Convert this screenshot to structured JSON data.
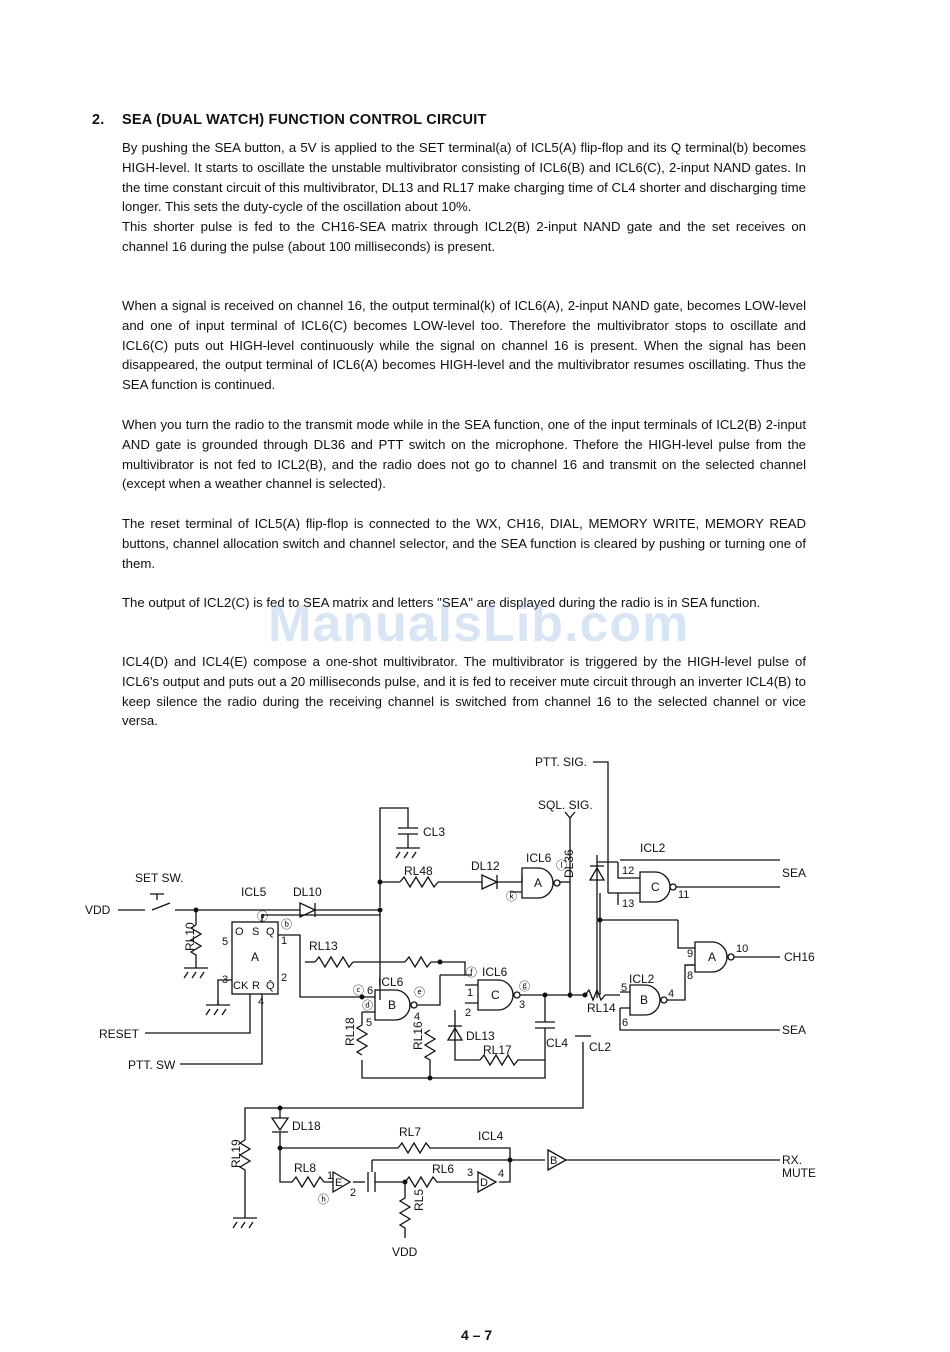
{
  "document": {
    "section_number": "2.",
    "section_title": "SEA (DUAL WATCH) FUNCTION CONTROL CIRCUIT",
    "paragraphs": [
      "By pushing the SEA button, a 5V is applied to the SET terminal(a) of ICL5(A) flip-flop and its Q terminal(b) becomes HIGH-level. It starts to oscillate the unstable multivibrator consisting of ICL6(B) and ICL6(C), 2-input NAND gates. In the time constant circuit of this multivibrator, DL13 and RL17 make charging time of CL4 shorter and discharging time longer. This sets the duty-cycle of the oscillation about 10%.",
      "This shorter pulse is fed to the CH16-SEA matrix through ICL2(B) 2-input NAND gate and the set receives on channel 16 during the pulse (about 100 milliseconds) is present.",
      "When a signal is received on channel 16, the output terminal(k) of ICL6(A), 2-input NAND gate, becomes LOW-level and one of input terminal of ICL6(C) becomes LOW-level too. Therefore the multivibrator stops to oscillate and ICL6(C) puts out HIGH-level continuously while the signal on channel 16 is present. When the signal has been disappeared, the output terminal of ICL6(A) becomes HIGH-level and the multivibrator resumes oscillating. Thus the SEA function is continued.",
      "When you turn the radio to the transmit mode while in the SEA function, one of the input terminals of ICL2(B) 2-input AND gate is grounded through DL36 and PTT switch on the microphone. Thefore the HIGH-level pulse from the multivibrator is not fed to ICL2(B), and the radio does not go to channel 16 and transmit on the selected channel (except when a weather channel is selected).",
      "The reset terminal of ICL5(A) flip-flop is connected to the WX, CH16, DIAL, MEMORY WRITE, MEMORY READ buttons, channel allocation switch and channel selector, and the SEA function is cleared by pushing or turning one of them.",
      "The output of ICL2(C) is fed to SEA matrix and letters \"SEA\" are displayed during the radio is in SEA function.",
      "ICL4(D) and ICL4(E) compose a one-shot multivibrator. The multivibrator is triggered by the HIGH-level pulse of ICL6's output and puts out a 20 milliseconds pulse, and it is fed to receiver mute circuit through an inverter ICL4(B) to keep silence the radio during the receiving channel is switched from channel 16 to the selected channel or vice versa."
    ],
    "watermark": "ManualsLib.com",
    "page_number": "4 – 7"
  },
  "schematic": {
    "labels": {
      "ptt_sig": "PTT. SIG.",
      "sql_sig": "SQL. SIG.",
      "cl3": "CL3",
      "rl48": "RL48",
      "dl12": "DL12",
      "icl6_a": "ICL6",
      "dl36": "DL36",
      "icl2_top": "ICL2",
      "sea_out1": "SEA",
      "set_sw": "SET SW.",
      "vdd_left": "VDD",
      "icl5": "ICL5",
      "dl10": "DL10",
      "rl10": "RL10",
      "rl13": "RL13",
      "ch16": "CH16",
      "icl6_b": "ICL6",
      "icl6_c": "ICL6",
      "icl2_b": "ICL2",
      "rl14": "RL14",
      "sea_out2": "SEA",
      "reset": "RESET",
      "ptt_sw": "PTT. SW",
      "rl18": "RL18",
      "rl16": "RL16",
      "dl13": "DL13",
      "rl17": "RL17",
      "cl4": "CL4",
      "cl2": "CL2",
      "dl18": "DL18",
      "rl7": "RL7",
      "icl4": "ICL4",
      "rl19": "RL19",
      "rl8": "RL8",
      "rl6": "RL6",
      "rl5": "RL5",
      "rx_mute_1": "RX.",
      "rx_mute_2": "MUTE",
      "vdd_bottom": "VDD"
    },
    "gates": {
      "a": "A",
      "b": "B",
      "c": "C",
      "d": "D",
      "e": "E",
      "ff_s": "S",
      "ff_q": "Q",
      "ff_ck": "CK",
      "ff_r": "R",
      "ff_qbar": "Q̄",
      "ff_o": "O"
    },
    "pins": {
      "p1": "1",
      "p2": "2",
      "p3": "3",
      "p4": "4",
      "p5": "5",
      "p6": "6",
      "p8": "8",
      "p9": "9",
      "p10": "10",
      "p11": "11",
      "p12": "12",
      "p13": "13"
    },
    "terminals": {
      "a": "ⓐ",
      "b": "ⓑ",
      "c": "ⓒ",
      "d": "ⓓ",
      "e": "ⓔ",
      "f": "ⓕ",
      "g": "ⓖ",
      "h": "ⓗ",
      "k": "ⓚ",
      "l": "ⓛ"
    }
  }
}
